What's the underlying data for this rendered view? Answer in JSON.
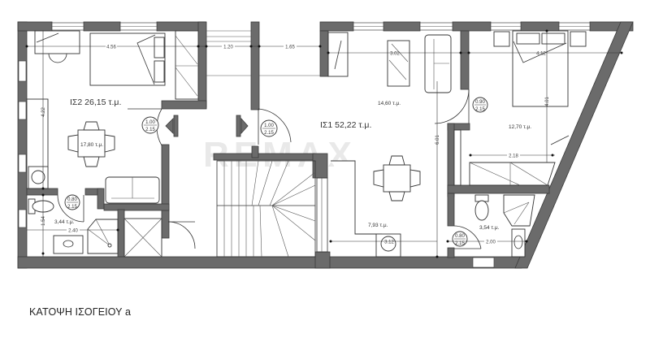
{
  "caption": "ΚΑΤΟΨΗ ΙΣΟΓΕΙΟΥ a",
  "watermark": "REMAX",
  "colors": {
    "wall": "#6b6b6b",
    "line": "#333333",
    "background": "#ffffff"
  },
  "units": {
    "E2": {
      "label": "ΙΣ2 26,15 τ.μ."
    },
    "E1": {
      "label": "ΙΣ1 52,22 τ.μ."
    }
  },
  "rooms": {
    "living_e2": "17,80 τ.μ.",
    "bath_e2": "3,44 τ.μ.",
    "living_e1": "14,60 τ.μ.",
    "bedroom_e1": "12,70 τ.μ.",
    "kitchen_e1": "7,93 τ.μ.",
    "bath_e1": "3,54 τ.μ."
  },
  "dimensions": {
    "d_4_56": "4.56",
    "d_1_20": "1.20",
    "d_1_65": "1.65",
    "d_3_02": "3.02",
    "d_4_12": "4.12",
    "d_4_22": "4.22",
    "d_1_54": "1.54",
    "d_2_40": "2.40",
    "d_4_01": "4.01",
    "d_6_01": "6.01",
    "d_2_18": "2.18",
    "d_2_00": "2.00",
    "d_3_12": "3.12"
  },
  "doors": [
    {
      "id": "door_e2_entry",
      "width": "1.00",
      "height": "2.15"
    },
    {
      "id": "door_e1_entry",
      "width": "1.00",
      "height": "2.15"
    },
    {
      "id": "door_e2_bath",
      "width": "0.80",
      "height": "2.15"
    },
    {
      "id": "door_e1_bedroom",
      "width": "0.90",
      "height": "2.15"
    },
    {
      "id": "door_e1_bath",
      "width": "0.80",
      "height": "2.15"
    }
  ]
}
